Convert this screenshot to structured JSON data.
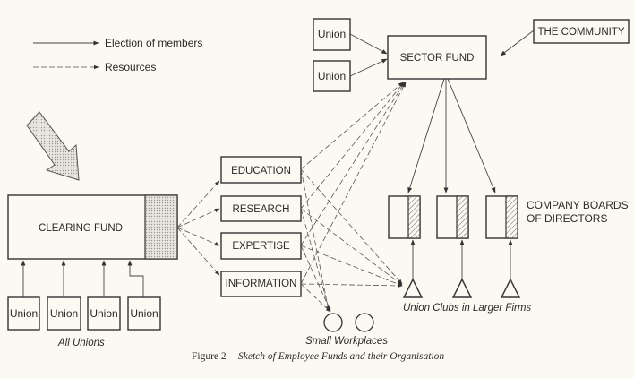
{
  "legend": {
    "election_label": "Election of members",
    "resources_label": "Resources"
  },
  "nodes": {
    "sector_fund": "SECTOR FUND",
    "community": "THE COMMUNITY",
    "sector_unions": [
      "Union",
      "Union"
    ],
    "clearing_fund": "CLEARING FUND",
    "services": [
      "EDUCATION",
      "RESEARCH",
      "EXPERTISE",
      "INFORMATION"
    ],
    "all_unions": [
      "Union",
      "Union",
      "Union",
      "Union"
    ],
    "all_unions_label": "All Unions",
    "company_boards_line1": "COMPANY BOARDS",
    "company_boards_line2": "OF DIRECTORS",
    "union_clubs_label": "Union Clubs in Larger Firms",
    "small_workplaces_label": "Small Workplaces"
  },
  "caption": {
    "number": "Figure 2",
    "title": "Sketch of Employee Funds and their Organisation"
  },
  "colors": {
    "background": "#fbf9f1",
    "ink": "#333333"
  }
}
